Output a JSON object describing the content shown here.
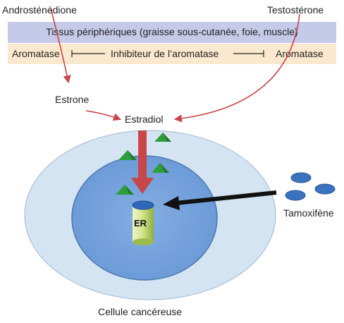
{
  "labels": {
    "androstenedione": "Androsténédione",
    "testosterone": "Testostérone",
    "tissues": "Tissus périphériques (graisse sous-cutanée, foie, muscle)",
    "aromatase_left": "Aromatase",
    "inhibitor": "Inhibiteur de l’aromatase",
    "aromatase_right": "Aromatase",
    "estrone": "Estrone",
    "estradiol": "Estradiol",
    "receptor": "ER",
    "tamoxifen": "Tamoxifène",
    "cell": "Cellule cancéreuse"
  },
  "colors": {
    "tissue_band": "#c5cae8",
    "aromatase_band": "#fbe9cf",
    "red_arrow": "#c8464a",
    "cell_outer": "#d5e4f2",
    "cell_nucleus": "#74a2dc",
    "estrogen_marker": "#2e9e3c",
    "tamoxifen_marker": "#3b72c0",
    "receptor_body": "#cfe08a",
    "black_arrow": "#111111"
  }
}
